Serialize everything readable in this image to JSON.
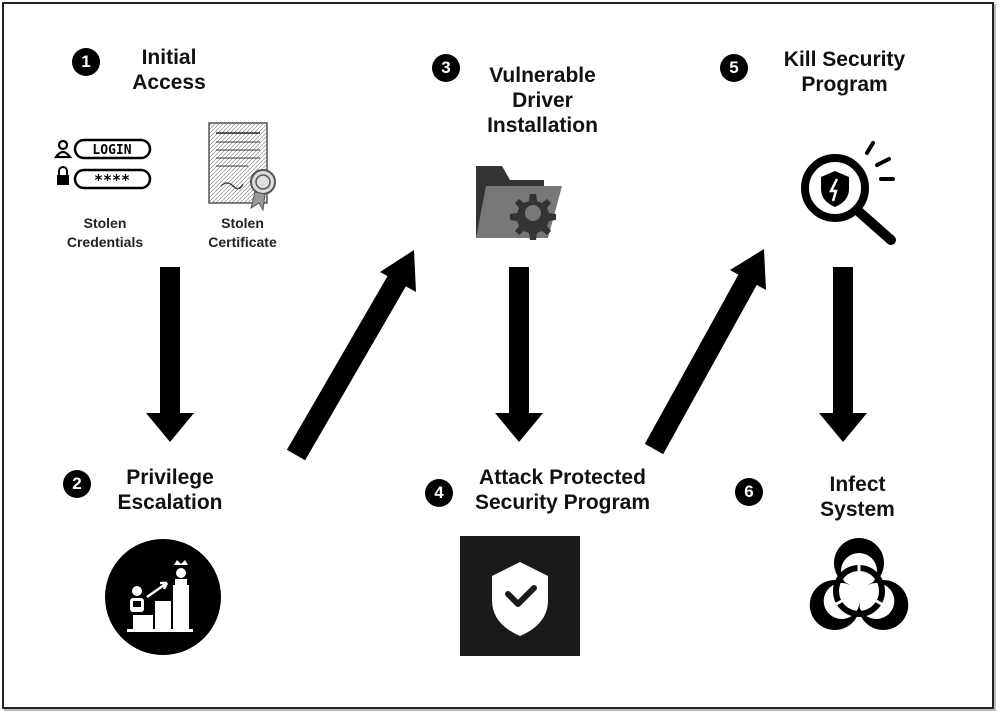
{
  "steps": [
    {
      "number": "1",
      "title_lines": [
        "Initial",
        "Access"
      ]
    },
    {
      "number": "2",
      "title_lines": [
        "Privilege",
        "Escalation"
      ]
    },
    {
      "number": "3",
      "title_lines": [
        "Vulnerable",
        "Driver",
        "Installation"
      ]
    },
    {
      "number": "4",
      "title_lines": [
        "Attack Protected",
        "Security Program"
      ]
    },
    {
      "number": "5",
      "title_lines": [
        "Kill Security",
        "Program"
      ]
    },
    {
      "number": "6",
      "title_lines": [
        "Infect",
        "System"
      ]
    }
  ],
  "initial_access": {
    "login_field": "LOGIN",
    "password_field": "****",
    "credentials_caption": [
      "Stolen",
      "Credentials"
    ],
    "certificate_caption": [
      "Stolen",
      "Certificate"
    ]
  },
  "icons": {
    "user": "user-icon",
    "lock": "lock-icon",
    "certificate": "certificate-icon",
    "privilege": "privilege-escalation-icon",
    "driver": "driver-folder-icon",
    "shield": "shield-check-icon",
    "magnifier": "magnifier-shield-icon",
    "biohazard": "biohazard-icon"
  },
  "colors": {
    "ink": "#000000",
    "folder_dark": "#333333",
    "folder_light": "#777777"
  }
}
